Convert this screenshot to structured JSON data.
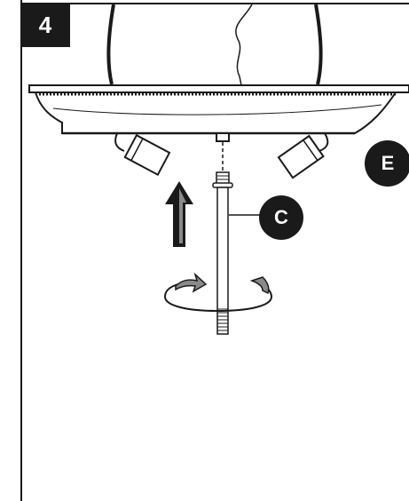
{
  "step": {
    "number": "4"
  },
  "callouts": {
    "e": "E",
    "c": "C"
  },
  "colors": {
    "ink": "#1a1a1a",
    "background": "#ffffff",
    "arrow_fill": "#8a8a8a"
  }
}
